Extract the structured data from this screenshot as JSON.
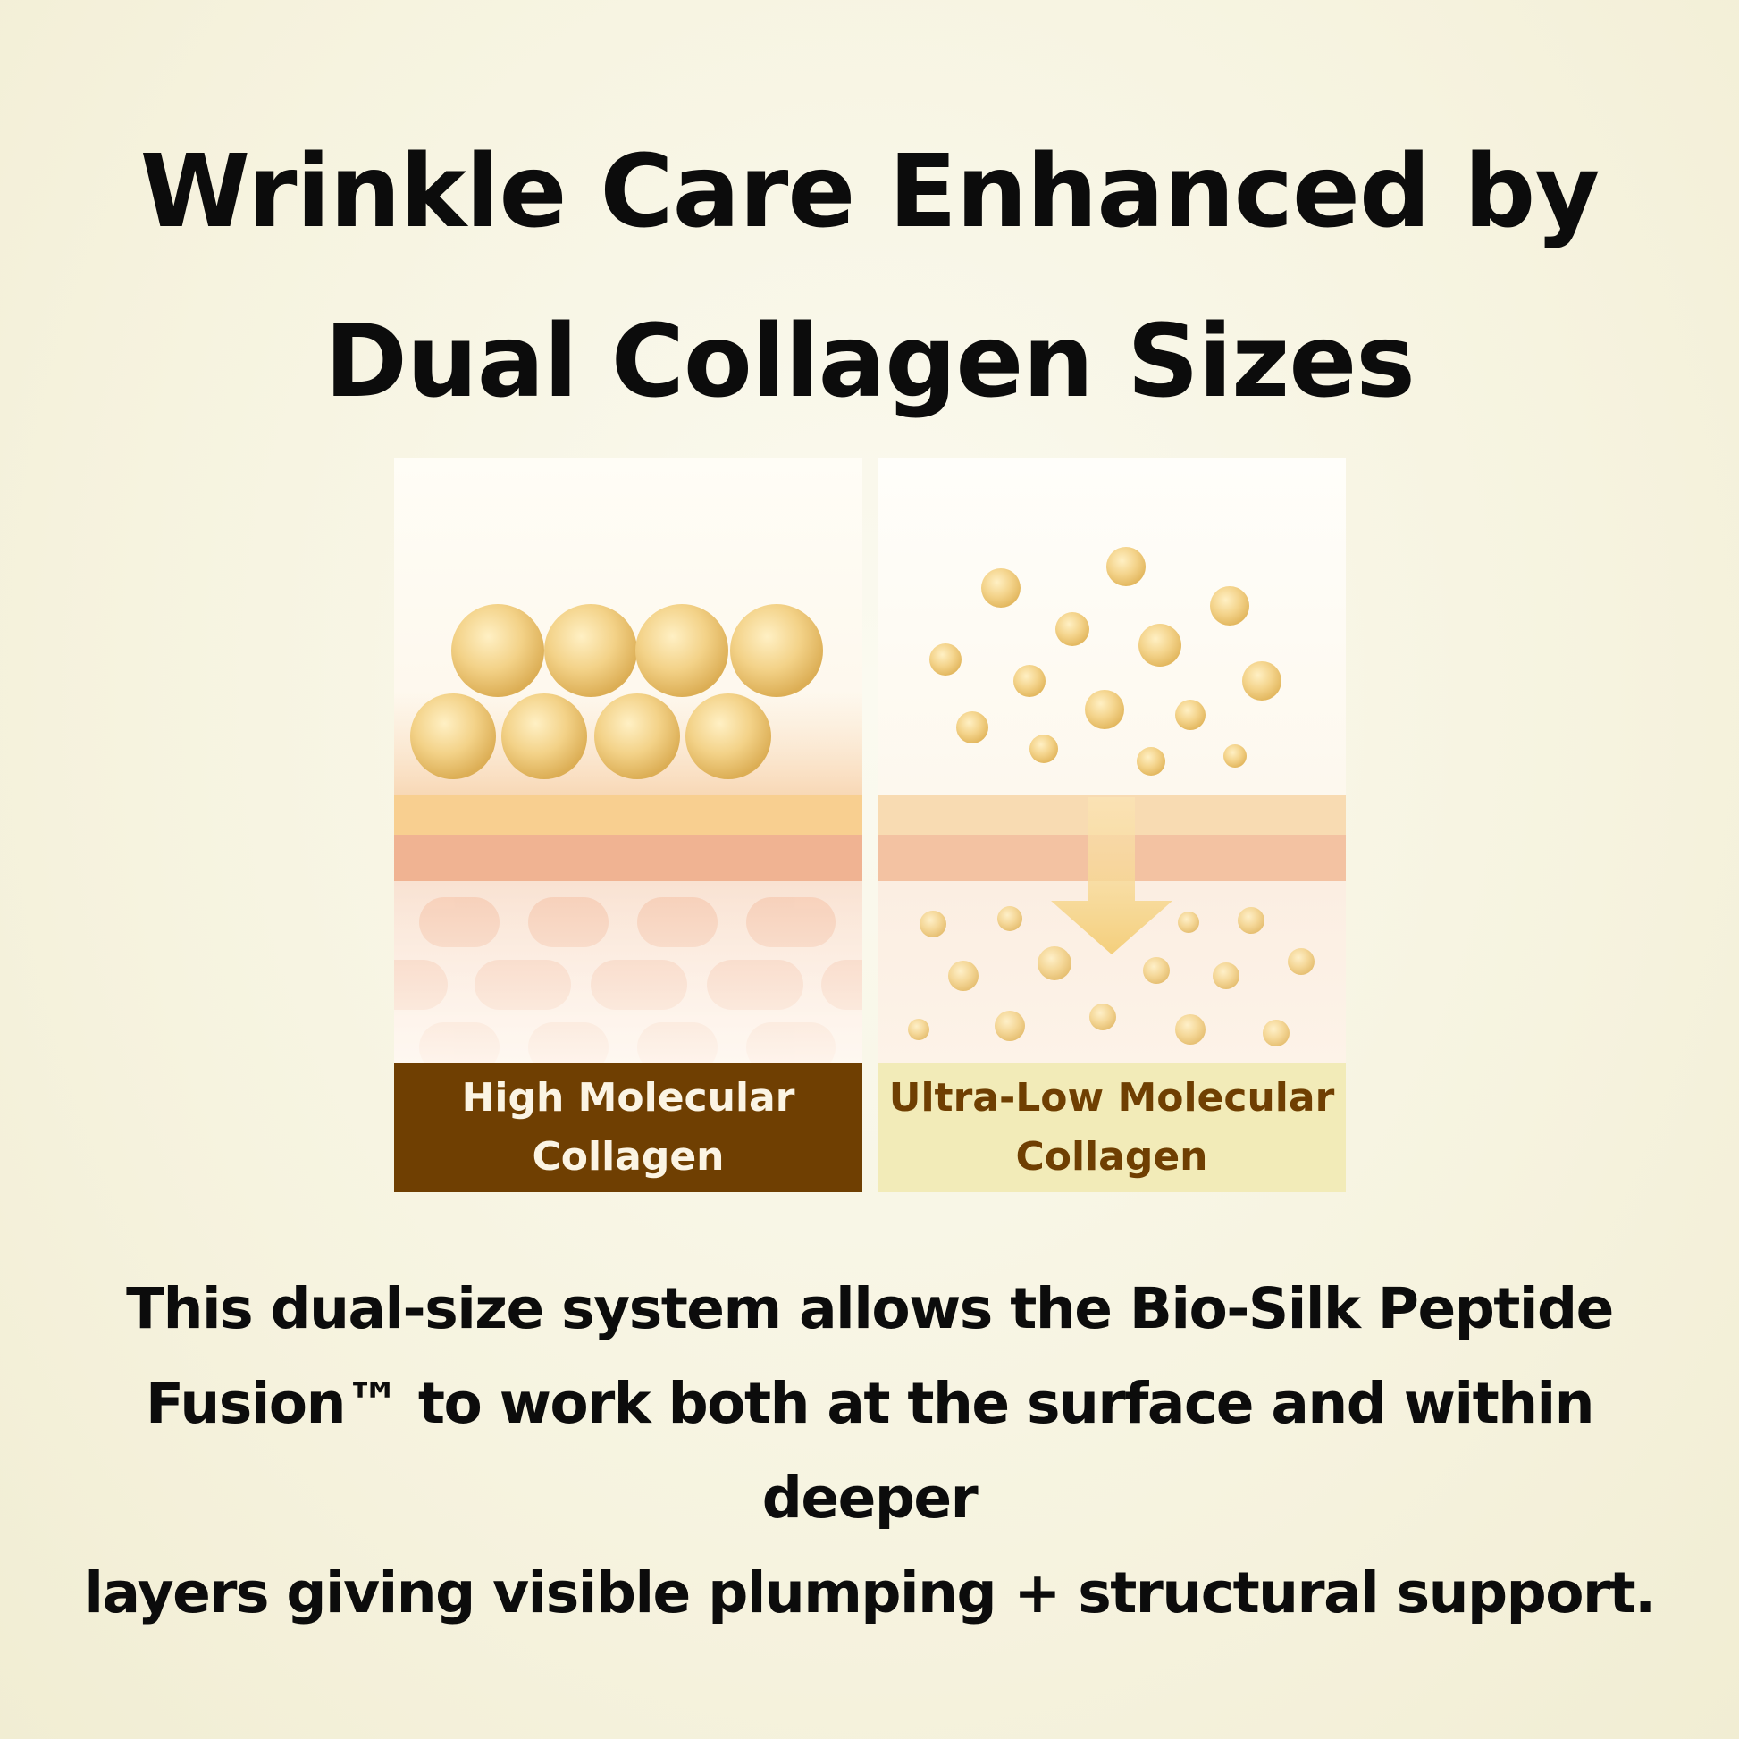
{
  "title": {
    "line1": "Wrinkle Care Enhanced by",
    "line2": "Dual Collagen Sizes"
  },
  "panels": {
    "left": {
      "label_line1": "High Molecular",
      "label_line2": "Collagen"
    },
    "right": {
      "label_line1": "Ultra-Low Molecular",
      "label_line2": "Collagen"
    }
  },
  "caption": {
    "line1": "This dual-size system allows the Bio-Silk Peptide",
    "line2": "Fusion™ to work both at the surface and within deeper",
    "line3": "layers giving visible plumping + structural support."
  },
  "colors": {
    "background": "#f6f3df",
    "particle": "#f2cf78",
    "skin_surface": "#f8cf90",
    "skin_layer": "#f0b392",
    "skin_cells": "#f8d4c0",
    "label_dark": "#6f3f02",
    "label_light": "#f2ebb8"
  },
  "icons": {
    "arrow": "arrow-down-icon"
  }
}
